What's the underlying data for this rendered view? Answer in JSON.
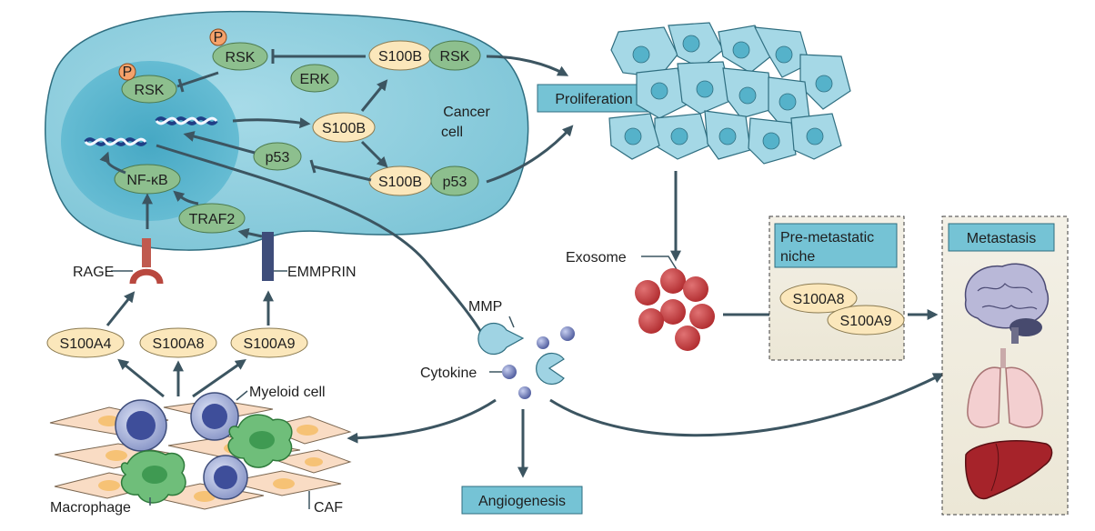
{
  "labels": {
    "rsk_top": "RSK",
    "rsk_inner": "RSK",
    "phospho": "P",
    "erk": "ERK",
    "s100b_rsk_a": "S100B",
    "s100b_rsk_b": "RSK",
    "s100b_center": "S100B",
    "s100b_p53_a": "S100B",
    "s100b_p53_b": "p53",
    "p53": "p53",
    "nfkb": "NF-κB",
    "traf2": "TRAF2",
    "cancer_cell_1": "Cancer",
    "cancer_cell_2": "cell",
    "rage": "RAGE",
    "emmprin": "EMMPRIN",
    "s100a4": "S100A4",
    "s100a8": "S100A8",
    "s100a9": "S100A9",
    "myeloid_cell": "Myeloid cell",
    "macrophage": "Macrophage",
    "caf": "CAF",
    "mmp": "MMP",
    "cytokine": "Cytokine",
    "proliferation": "Proliferation",
    "exosome": "Exosome",
    "premetastatic_1": "Pre-metastatic",
    "premetastatic_2": "niche",
    "niche_s100a8": "S100A8",
    "niche_s100a9": "S100A9",
    "metastasis": "Metastasis",
    "angiogenesis": "Angiogenesis"
  },
  "colors": {
    "cell_body": "#8ccfdf",
    "nucleus": "#5ab6cf",
    "green_pill": "#8dbf8e",
    "cream_pill": "#fbe7bb",
    "box_fill": "#75c3d5",
    "exosome": "#c0393b",
    "arrow": "#3c5561",
    "blue_dot": "#6f7dbb"
  },
  "icons": [
    "dna-helix-icon",
    "phosphate-icon",
    "rage-receptor-icon",
    "emmprin-receptor-icon",
    "mmp-pacman-icon",
    "brain-icon",
    "lungs-icon",
    "liver-icon"
  ]
}
